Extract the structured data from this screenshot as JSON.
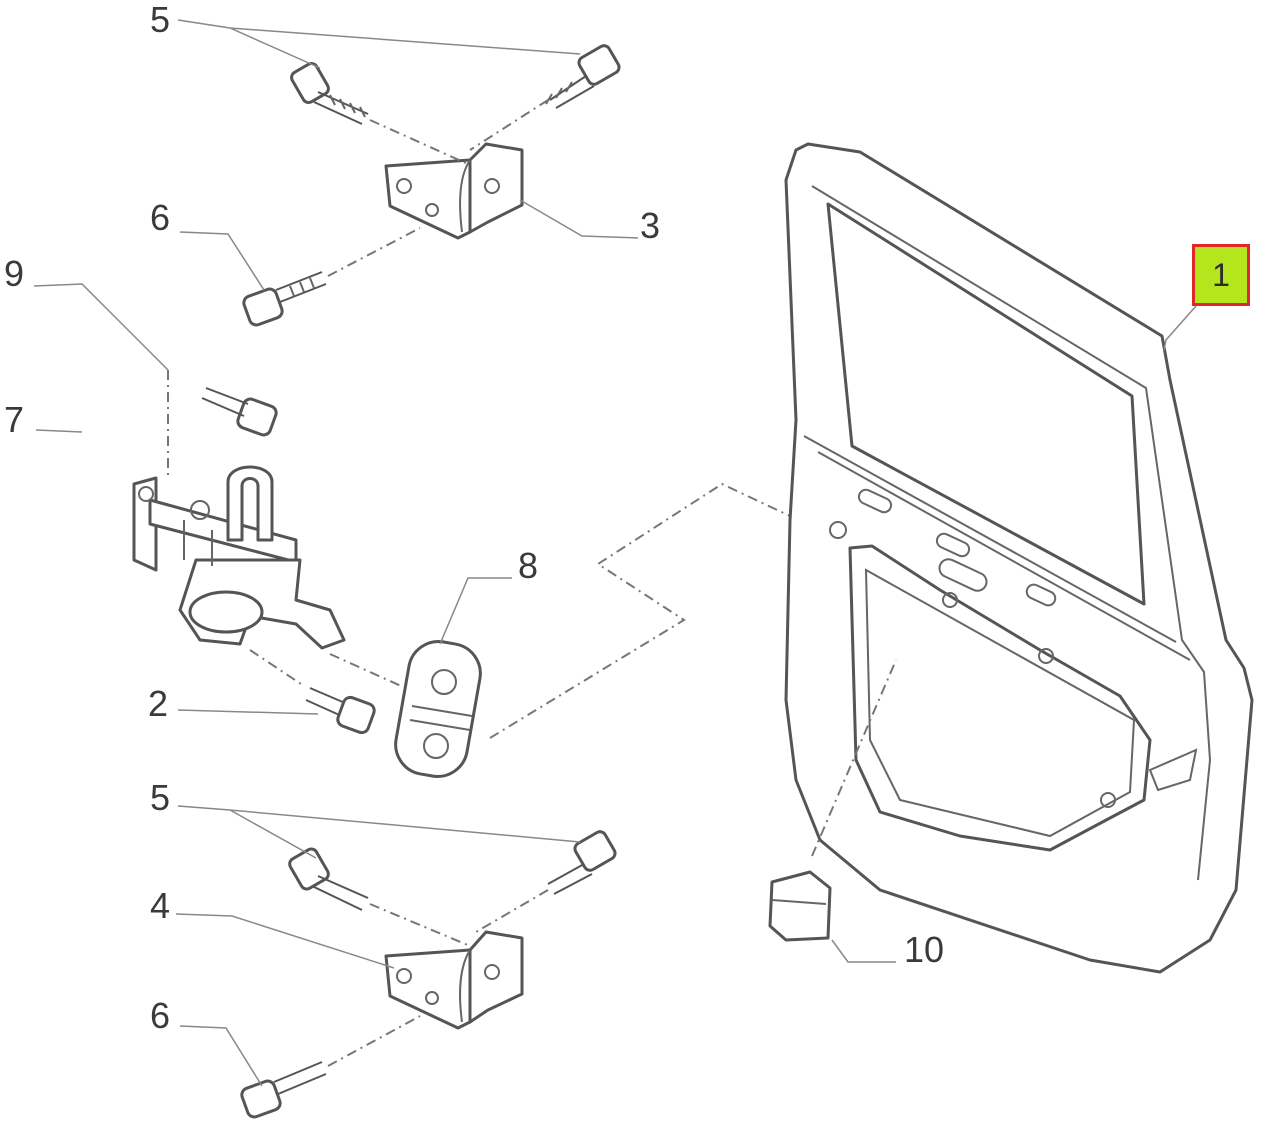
{
  "diagram": {
    "callouts": {
      "c1": "1",
      "c2": "2",
      "c3": "3",
      "c4": "4",
      "c5_top": "5",
      "c5_bottom": "5",
      "c6_top": "6",
      "c6_bottom": "6",
      "c7": "7",
      "c8": "8",
      "c9": "9",
      "c10": "10"
    },
    "highlight": {
      "part": "1",
      "border_color": "#e3262a",
      "fill_color": "#b5e51d"
    }
  }
}
